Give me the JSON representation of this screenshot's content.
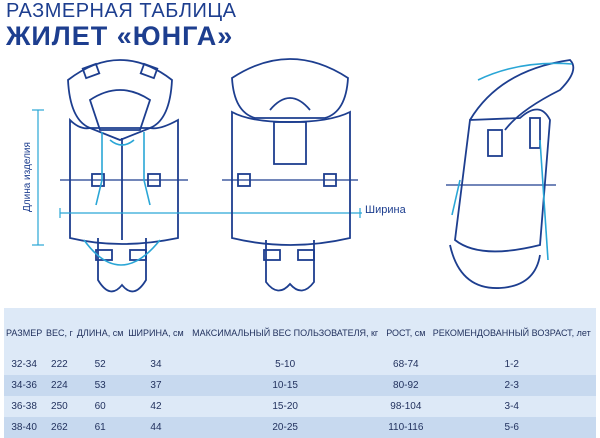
{
  "header": {
    "line1": "РАЗМЕРНАЯ ТАБЛИЦА",
    "line2": "ЖИЛЕТ «ЮНГА»"
  },
  "labels": {
    "length": "Длина изделия",
    "width": "Ширина"
  },
  "table": {
    "columns": [
      "РАЗМЕР",
      "ВЕС, г",
      "ДЛИНА, см",
      "ШИРИНА, см",
      "МАКСИМАЛЬНЫЙ ВЕС ПОЛЬЗОВАТЕЛЯ, кг",
      "РОСТ, см",
      "РЕКОМЕНДОВАННЫЙ ВОЗРАСТ, лет"
    ],
    "rows": [
      [
        "32-34",
        "222",
        "52",
        "34",
        "5-10",
        "68-74",
        "1-2"
      ],
      [
        "34-36",
        "224",
        "53",
        "37",
        "10-15",
        "80-92",
        "2-3"
      ],
      [
        "36-38",
        "250",
        "60",
        "42",
        "15-20",
        "98-104",
        "3-4"
      ],
      [
        "38-40",
        "262",
        "61",
        "44",
        "20-25",
        "110-116",
        "5-6"
      ]
    ]
  },
  "colors": {
    "ink": "#1d3e8f",
    "accent": "#2aa6d6",
    "table_bg": "#dde9f7",
    "table_alt": "#c7d9ef"
  }
}
